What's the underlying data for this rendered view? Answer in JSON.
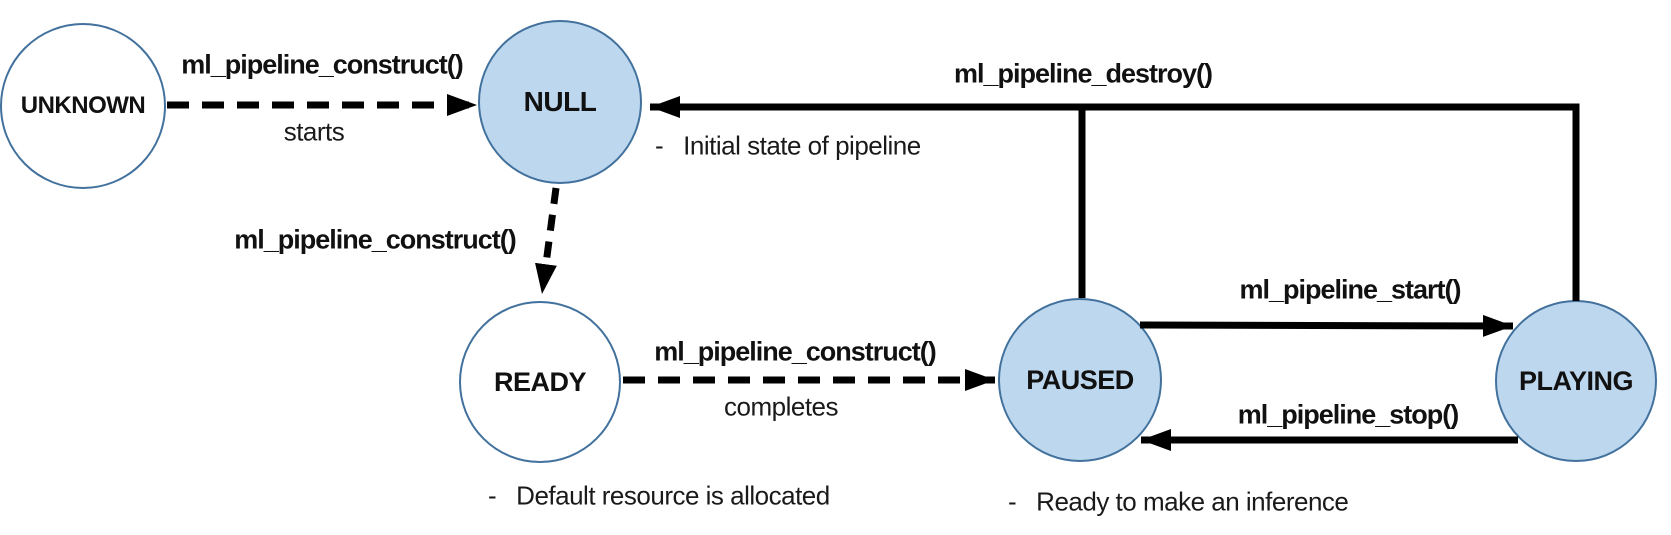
{
  "diagram": {
    "name": "ml pipeline state diagram",
    "states": [
      {
        "id": "unknown",
        "label": "UNKNOWN",
        "filled": false
      },
      {
        "id": "null",
        "label": "NULL",
        "filled": true
      },
      {
        "id": "ready",
        "label": "READY",
        "filled": false
      },
      {
        "id": "paused",
        "label": "PAUSED",
        "filled": true
      },
      {
        "id": "playing",
        "label": "PLAYING",
        "filled": true
      }
    ],
    "transitions": [
      {
        "id": "unknown-to-null",
        "label": "ml_pipeline_construct()",
        "sublabel": "starts",
        "style": "dashed"
      },
      {
        "id": "null-to-ready",
        "label": "ml_pipeline_construct()",
        "sublabel": "",
        "style": "dashed"
      },
      {
        "id": "ready-to-paused",
        "label": "ml_pipeline_construct()",
        "sublabel": "completes",
        "style": "dashed"
      },
      {
        "id": "paused-to-playing",
        "label": "ml_pipeline_start()",
        "sublabel": "",
        "style": "solid"
      },
      {
        "id": "playing-to-paused",
        "label": "ml_pipeline_stop()",
        "sublabel": "",
        "style": "solid"
      },
      {
        "id": "to-null-destroy",
        "label": "ml_pipeline_destroy()",
        "sublabel": "",
        "style": "solid"
      }
    ],
    "notes": [
      {
        "state": "null",
        "bullet": "-",
        "text": "Initial state of pipeline"
      },
      {
        "state": "ready",
        "bullet": "-",
        "text": "Default resource is allocated"
      },
      {
        "state": "paused",
        "bullet": "-",
        "text": "Ready to make an inference"
      }
    ],
    "colors": {
      "state_fill": "#BDD7EE",
      "state_stroke": "#41719C",
      "arrow": "#000000",
      "text": "#111111"
    }
  }
}
